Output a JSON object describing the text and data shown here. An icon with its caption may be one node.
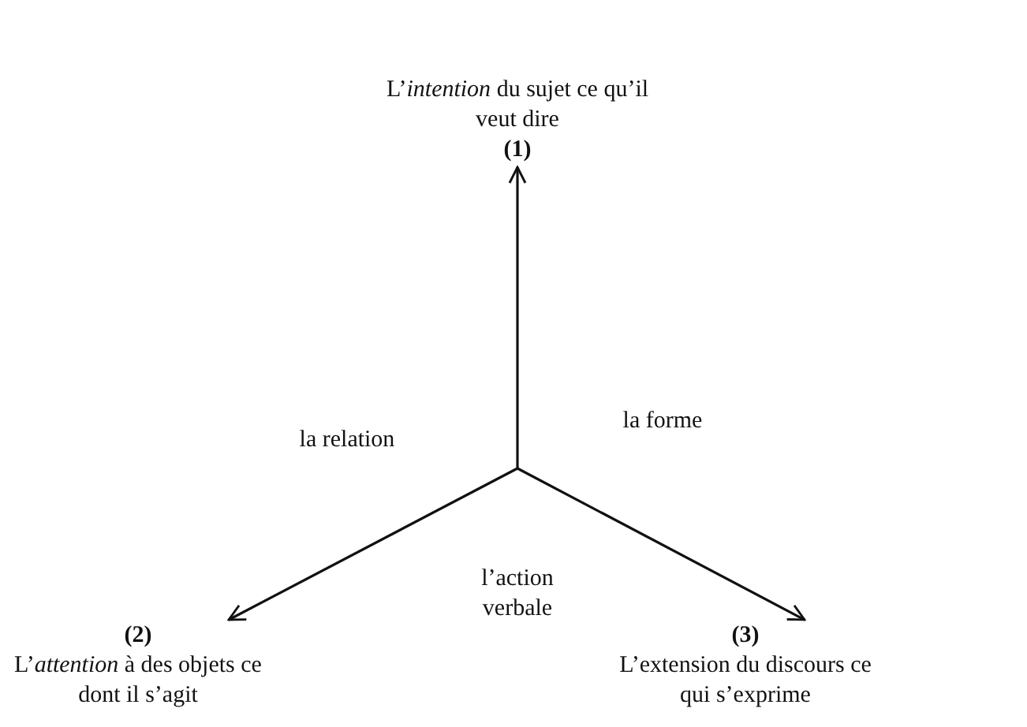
{
  "diagram": {
    "nodes": [
      {
        "text": [
          "L’*intention* du sujet ce qu’il veut dire",
          "(1)"
        ]
      },
      {
        "text": [
          "(2)",
          "L’*attention* à des objets ce dont il s’agit"
        ]
      },
      {
        "text": [
          "(3)",
          "L’extension du discours ce qui s’exprime"
        ]
      }
    ],
    "edges": [
      {
        "from": null,
        "to": 0,
        "arrow": "to"
      },
      {
        "from": null,
        "to": 1,
        "arrow": "to"
      },
      {
        "from": null,
        "to": 2,
        "arrow": "to"
      }
    ],
    "labels": [
      "la relation",
      "la forme",
      "l’action verbale"
    ]
  }
}
